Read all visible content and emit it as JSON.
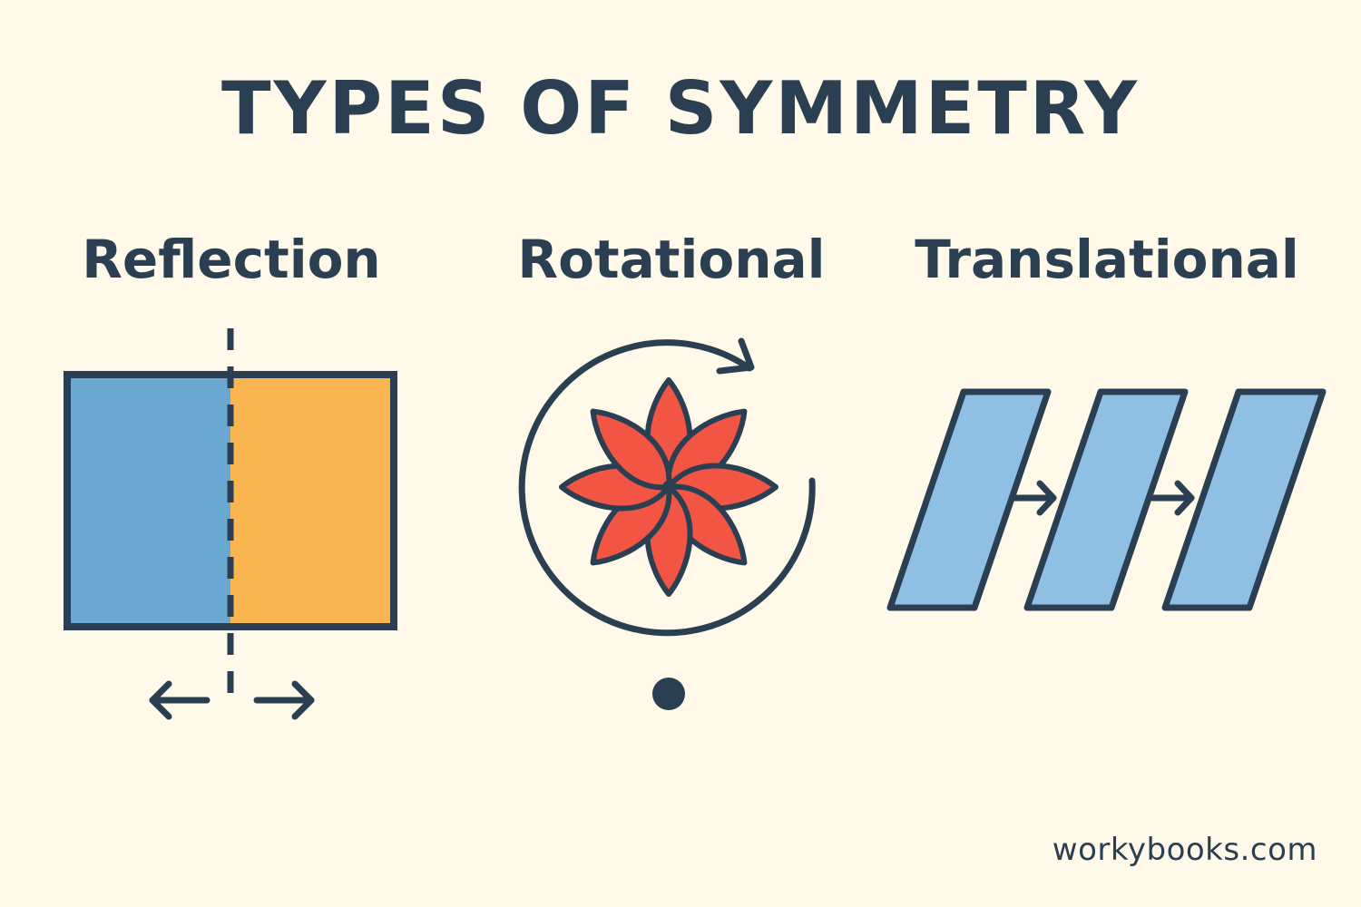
{
  "title": "TYPES OF SYMMETRY",
  "sections": [
    {
      "label": "Reflection",
      "icon": "reflection-square-icon"
    },
    {
      "label": "Rotational",
      "icon": "rotation-flower-icon"
    },
    {
      "label": "Translational",
      "icon": "translation-parallelograms-icon"
    }
  ],
  "footer": "workybooks.com",
  "colors": {
    "background": "#FEF9E8",
    "ink": "#2A3F52",
    "blue": "#6AA8D1",
    "orange": "#F9B650",
    "red": "#F25544",
    "light_blue": "#8FBFE2"
  }
}
